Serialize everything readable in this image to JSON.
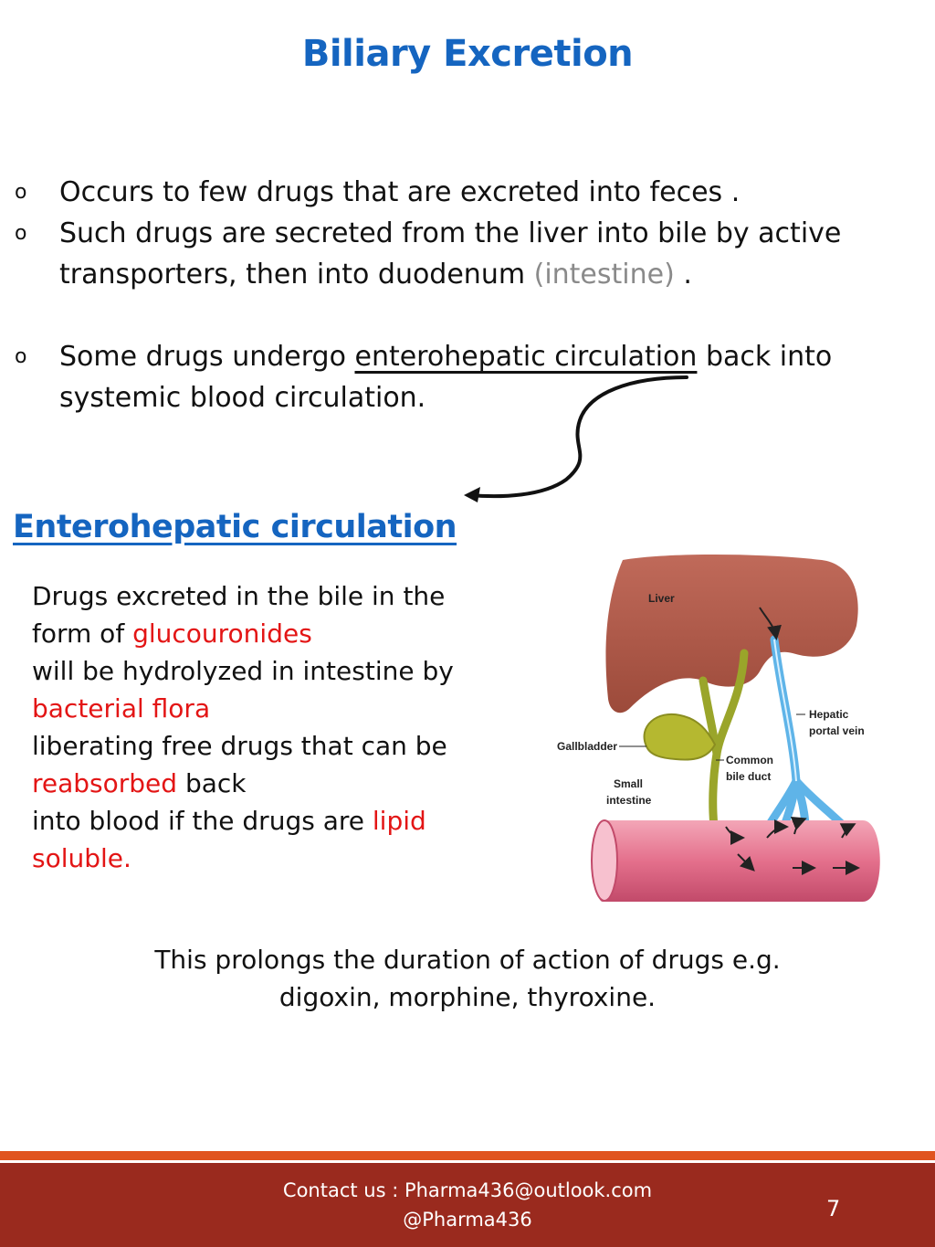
{
  "title": "Biliary Excretion",
  "bullets": {
    "marker": "o",
    "b1": "Occurs to few drugs that are excreted into feces .",
    "b2_main": "Such drugs are secreted from the liver into bile by active transporters, then into duodenum ",
    "b2_grey": "(intestine)",
    "b2_end": " .",
    "b3_start": "Some drugs undergo ",
    "b3_link": "enterohepatic circulation",
    "b3_end": "  back into systemic blood circulation."
  },
  "subheading": "Enterohepatic circulation",
  "paragraph": {
    "p1": "Drugs excreted in the bile in the form of ",
    "p1_red": "glucouronides",
    "p2": "will be hydrolyzed in intestine by ",
    "p2_red": "bacterial flora",
    "p3": "liberating free drugs that can be ",
    "p3_red": "reabsorbed",
    "p3_end": " back",
    "p4": "into blood if the drugs are ",
    "p4_red": "lipid soluble."
  },
  "diagram": {
    "liver": "Liver",
    "hepatic_1": "Hepatic",
    "hepatic_2": "portal vein",
    "gallbladder": "Gallbladder",
    "bile_1": "Common",
    "bile_2": "bile duct",
    "intestine_1": "Small",
    "intestine_2": "intestine"
  },
  "conclusion": {
    "line1": "This prolongs the duration of action of drugs e.g.",
    "line2": "digoxin, morphine, thyroxine."
  },
  "footer": {
    "contact": "Contact us : Pharma436@outlook.com",
    "handle": "@Pharma436",
    "page": "7"
  },
  "colors": {
    "heading": "#1565c0",
    "emphasis": "#e31515",
    "muted": "#8a8a8a",
    "footer": "#9a2a1e",
    "footer_stripe": "#e0541f"
  }
}
